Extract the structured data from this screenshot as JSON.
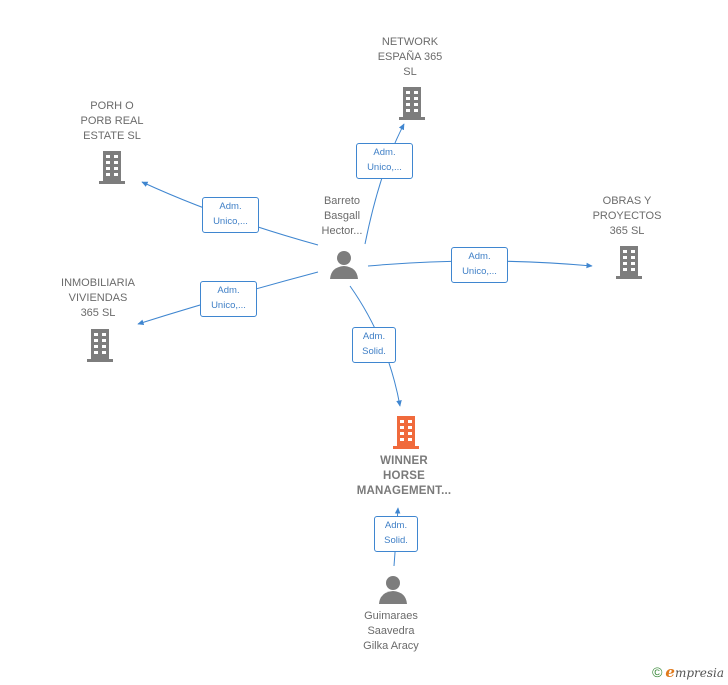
{
  "colors": {
    "edge": "#3f86d0",
    "building": "#7d7d7d",
    "focus_building": "#f06a3c",
    "person": "#7d7d7d"
  },
  "nodes": {
    "network": {
      "label": "NETWORK\nESPAÑA 365\nSL",
      "icon": "building-icon"
    },
    "porh": {
      "label": "PORH O\nPORB REAL\nESTATE  SL",
      "icon": "building-icon"
    },
    "obras": {
      "label": "OBRAS Y\nPROYECTOS\n365  SL",
      "icon": "building-icon"
    },
    "inmobiliaria": {
      "label": "INMOBILIARIA\nVIVIENDAS\n365  SL",
      "icon": "building-icon"
    },
    "barreto": {
      "label": "Barreto\nBasgall\nHector...",
      "icon": "person-icon"
    },
    "winner": {
      "label": "WINNER\nHORSE\nMANAGEMENT...",
      "icon": "building-icon"
    },
    "guimaraes": {
      "label": "Guimaraes\nSaavedra\nGilka Aracy",
      "icon": "person-icon"
    }
  },
  "edges": {
    "to_network": "Adm.\nUnico,...",
    "to_porh": "Adm.\nUnico,...",
    "to_obras": "Adm.\nUnico,...",
    "to_inmobiliaria": "Adm.\nUnico,...",
    "to_winner": "Adm.\nSolid.",
    "guimaraes_to_winner": "Adm.\nSolid."
  },
  "brand": {
    "copyright": "©",
    "name_initial": "e",
    "name_rest": "mpresia"
  }
}
